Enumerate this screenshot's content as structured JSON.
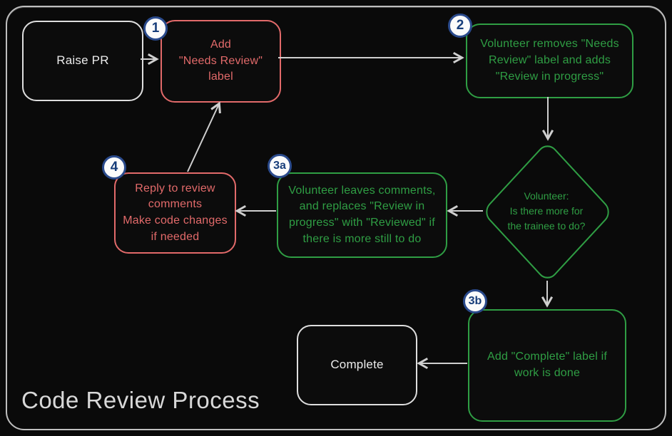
{
  "title": "Code Review Process",
  "theme": {
    "bg": "#0a0a0a",
    "frame": "#bfbfbf",
    "red": "#e26a6a",
    "green": "#2f9e44",
    "neutral": "#dedede",
    "neutral-text": "#ececec",
    "arrow": "#cfcfcf",
    "badge-bg": "#fbfbfb",
    "badge-border": "#2a4a8c",
    "badge-text": "#173d7a",
    "title-color": "#d8d8d8"
  },
  "nodes": {
    "raise_pr": {
      "label": "Raise PR"
    },
    "step1": {
      "badge": "1",
      "label": "Add\n\"Needs Review\"\nlabel"
    },
    "step2": {
      "badge": "2",
      "label": "Volunteer removes \"Needs\nReview\" label and adds\n\"Review in progress\""
    },
    "decision": {
      "label": "Volunteer:\nIs there more for\nthe trainee to do?"
    },
    "step3a": {
      "badge": "3a",
      "label": "Volunteer leaves comments,\nand replaces \"Review in\nprogress\" with \"Reviewed\" if\nthere is more still to do"
    },
    "step4": {
      "badge": "4",
      "label": "Reply to review\ncomments\nMake code changes\nif needed"
    },
    "step3b": {
      "badge": "3b",
      "label": "Add \"Complete\" label if\nwork is done"
    },
    "complete": {
      "label": "Complete"
    }
  }
}
